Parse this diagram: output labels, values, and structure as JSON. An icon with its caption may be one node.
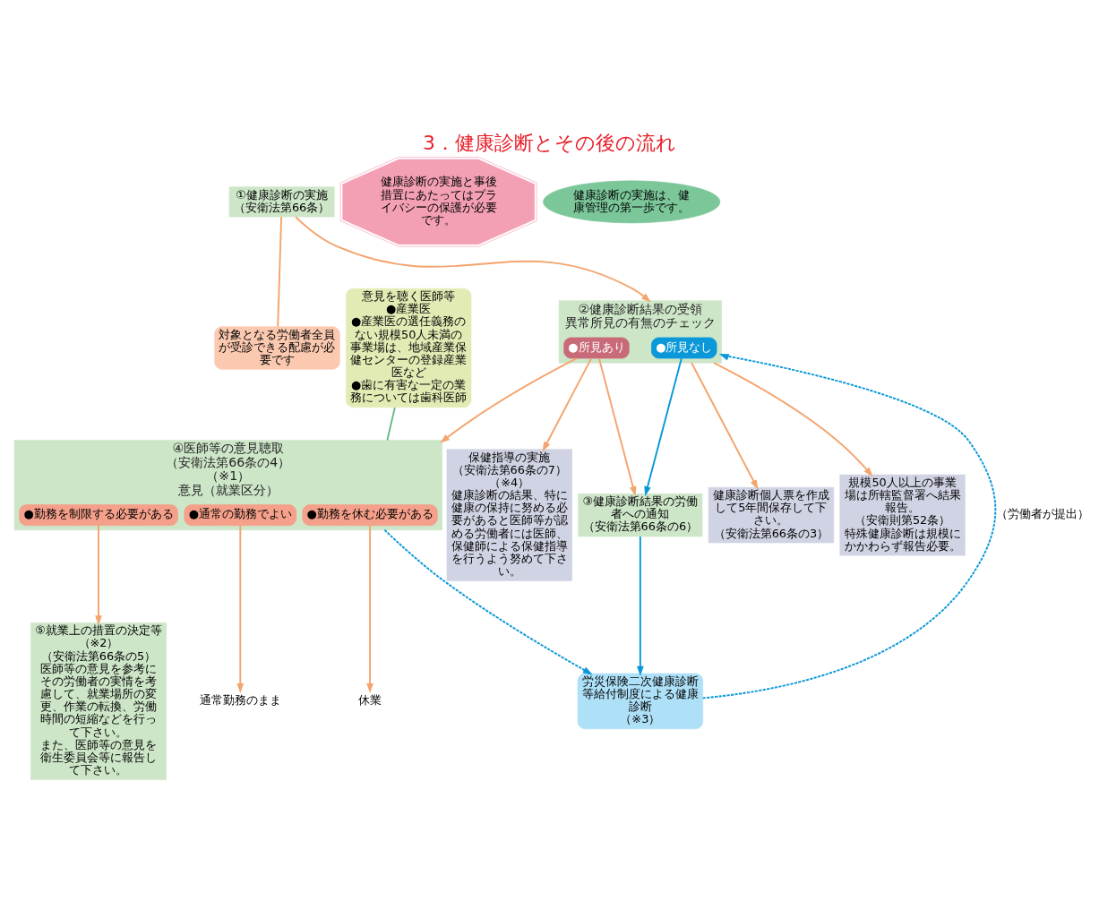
{
  "diagram": {
    "title": "3．健康診断とその後の流れ",
    "nodes": [
      {
        "text": [
          "①健康診断の実施",
          "（安衛法第66条）"
        ]
      },
      {
        "text": [
          "対象となる労働者全員が受診できる配慮が必要です"
        ]
      },
      {
        "text": [
          "②健康診断結果の受領",
          "異常所見の有無のチェック"
        ]
      },
      {
        "text": [
          "●所見なし"
        ],
        "in": 2
      },
      {
        "text": [
          "●所見あり"
        ],
        "in": 2
      },
      {
        "text": [
          "③健康診断結果の労働者への通知",
          "（安衛法第66条の6）"
        ]
      },
      {
        "text": [
          "労災保険二次健康診断等給付制度による健康診断",
          "（※3）"
        ]
      },
      {
        "text": [
          "意見を聴く医師等",
          "●産業医",
          "●産業医の選任義務のない規模50人未満の事業場は、地域産業保健センターの登録産業医など",
          "●歯に有害な一定の業務については歯科医師"
        ]
      },
      {
        "text": [
          "④医師等の意見聴取",
          "（安衛法第66条の4）",
          "（※1）",
          "意見（就業区分）"
        ]
      },
      {
        "text": [
          "●勤務を休む必要がある"
        ],
        "in": 8
      },
      {
        "text": [
          "●勤務を制限する必要がある"
        ],
        "in": 8
      },
      {
        "text": [
          "●通常の勤務でよい"
        ],
        "in": 8
      },
      {
        "text": [
          "休業"
        ]
      },
      {
        "text": [
          "通常勤務のまま"
        ]
      },
      {
        "text": [
          "⑤就業上の措置の決定等",
          "（※2）",
          "（安衛法第66条の5）",
          "医師等の意見を参考にその労働者の実情を考慮して、就業場所の変更、作業の転換、労働時間の短縮などを行って下さい。",
          "また、医師等の意見を衛生委員会等に報告して下さい。"
        ]
      },
      {
        "text": [
          "健康診断個人票を作成して5年間保存して下さい。",
          "（安衛法第66条の3）"
        ]
      },
      {
        "text": [
          "規模50人以上の事業場は所轄監督署へ結果報告。",
          "（安衛則第52条）",
          "特殊健康診断は規模にかかわらず報告必要。"
        ]
      },
      {
        "text": [
          "保健指導の実施",
          "（安衛法第66条の7）",
          "（※4）",
          "健康診断の結果、特に健康の保持に努める必要があると医師等が認める労働者には医師、保健師による保健指導を行うよう努めて下さい。"
        ]
      },
      {
        "text": [
          "健康診断の実施と事後措置にあたってはプライバシーの保護が必要です。"
        ]
      },
      {
        "text": [
          "健康診断の実施は、健康管理の第一歩です。"
        ]
      }
    ],
    "edges": [
      {
        "from": 0,
        "to": 2,
        "arrow": "to"
      },
      {
        "from": 0,
        "to": 1,
        "arrow": "none"
      },
      {
        "from": 3,
        "to": 5,
        "arrow": "to",
        "color": "#0a98d8"
      },
      {
        "from": 4,
        "to": 5,
        "arrow": "to"
      },
      {
        "from": 4,
        "to": 8,
        "arrow": "to"
      },
      {
        "from": 4,
        "to": 17,
        "arrow": "to"
      },
      {
        "from": 2,
        "to": 15,
        "arrow": "to"
      },
      {
        "from": 2,
        "to": 16,
        "arrow": "to"
      },
      {
        "from": 5,
        "to": 6,
        "arrow": "to",
        "color": "#0a98d8"
      },
      {
        "from": 8,
        "to": 6,
        "arrow": "to",
        "style": "dashed",
        "color": "#0a98d8"
      },
      {
        "from": 6,
        "to": 2,
        "arrow": "to",
        "style": "dashed",
        "color": "#0a98d8",
        "label": "（労働者が提出）"
      },
      {
        "from": 7,
        "to": 8,
        "arrow": "none",
        "color": "#66bb88"
      },
      {
        "from": 9,
        "to": 12,
        "arrow": "to"
      },
      {
        "from": 10,
        "to": 14,
        "arrow": "to"
      },
      {
        "from": 11,
        "to": 13,
        "arrow": "to"
      }
    ]
  }
}
